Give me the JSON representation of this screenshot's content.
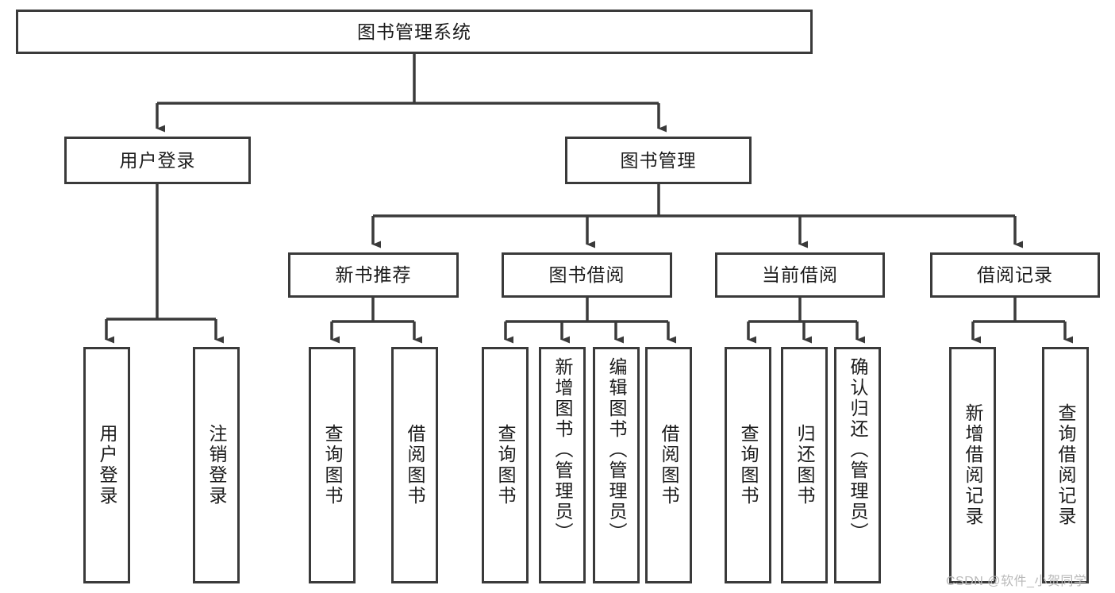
{
  "diagram": {
    "type": "tree",
    "title": "图书管理系统",
    "watermark": "CSDN @软件_小贺同学",
    "colors": {
      "box_border": "#3a3a3a",
      "box_fill": "#ffffff",
      "edge": "#3a3a3a",
      "text": "#1b1b1b",
      "watermark": "#b9b9b9",
      "background": "#ffffff"
    },
    "root": {
      "label": "图书管理系统"
    },
    "level2": [
      {
        "label": "用户登录"
      },
      {
        "label": "图书管理"
      }
    ],
    "level3": [
      {
        "label": "新书推荐"
      },
      {
        "label": "图书借阅"
      },
      {
        "label": "当前借阅"
      },
      {
        "label": "借阅记录"
      }
    ],
    "leaves": {
      "user_login": [
        {
          "label": "用户登录"
        },
        {
          "label": "注销登录"
        }
      ],
      "new_book": [
        {
          "label": "查询图书"
        },
        {
          "label": "借阅图书"
        }
      ],
      "book_borrow": [
        {
          "label": "查询图书"
        },
        {
          "label": "新增图书（管理员）"
        },
        {
          "label": "编辑图书（管理员）"
        },
        {
          "label": "借阅图书"
        }
      ],
      "current_borrow": [
        {
          "label": "查询图书"
        },
        {
          "label": "归还图书"
        },
        {
          "label": "确认归还（管理员）"
        }
      ],
      "borrow_record": [
        {
          "label": "新增借阅记录"
        },
        {
          "label": "查询借阅记录"
        }
      ]
    }
  }
}
